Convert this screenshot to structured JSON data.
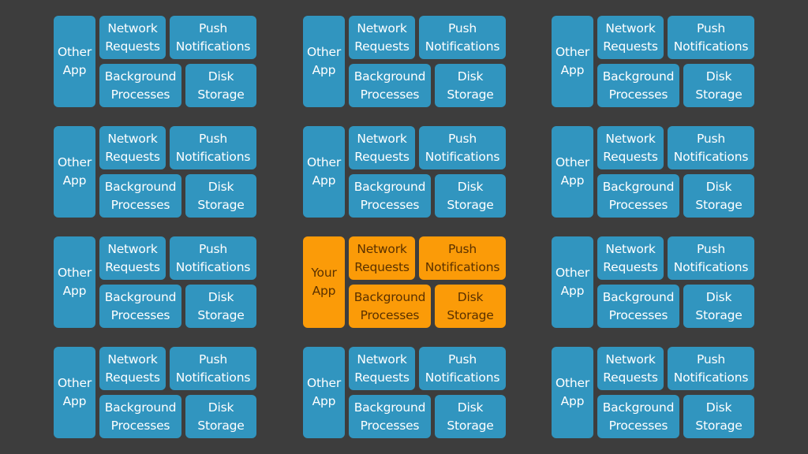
{
  "colors": {
    "background": "#3d3d3d",
    "other_app_blue": "#3195bf",
    "your_app_orange": "#fb9b08"
  },
  "tiles": [
    {
      "app": "Other\nApp",
      "network": "Network\nRequests",
      "push": "Push\nNotifications",
      "background": "Background\nProcesses",
      "disk": "Disk\nStorage",
      "highlight": false
    },
    {
      "app": "Other\nApp",
      "network": "Network\nRequests",
      "push": "Push\nNotifications",
      "background": "Background\nProcesses",
      "disk": "Disk\nStorage",
      "highlight": false
    },
    {
      "app": "Other\nApp",
      "network": "Network\nRequests",
      "push": "Push\nNotifications",
      "background": "Background\nProcesses",
      "disk": "Disk\nStorage",
      "highlight": false
    },
    {
      "app": "Other\nApp",
      "network": "Network\nRequests",
      "push": "Push\nNotifications",
      "background": "Background\nProcesses",
      "disk": "Disk\nStorage",
      "highlight": false
    },
    {
      "app": "Other\nApp",
      "network": "Network\nRequests",
      "push": "Push\nNotifications",
      "background": "Background\nProcesses",
      "disk": "Disk\nStorage",
      "highlight": false
    },
    {
      "app": "Other\nApp",
      "network": "Network\nRequests",
      "push": "Push\nNotifications",
      "background": "Background\nProcesses",
      "disk": "Disk\nStorage",
      "highlight": false
    },
    {
      "app": "Other\nApp",
      "network": "Network\nRequests",
      "push": "Push\nNotifications",
      "background": "Background\nProcesses",
      "disk": "Disk\nStorage",
      "highlight": false
    },
    {
      "app": "Your\nApp",
      "network": "Network\nRequests",
      "push": "Push\nNotifications",
      "background": "Background\nProcesses",
      "disk": "Disk\nStorage",
      "highlight": true
    },
    {
      "app": "Other\nApp",
      "network": "Network\nRequests",
      "push": "Push\nNotifications",
      "background": "Background\nProcesses",
      "disk": "Disk\nStorage",
      "highlight": false
    },
    {
      "app": "Other\nApp",
      "network": "Network\nRequests",
      "push": "Push\nNotifications",
      "background": "Background\nProcesses",
      "disk": "Disk\nStorage",
      "highlight": false
    },
    {
      "app": "Other\nApp",
      "network": "Network\nRequests",
      "push": "Push\nNotifications",
      "background": "Background\nProcesses",
      "disk": "Disk\nStorage",
      "highlight": false
    },
    {
      "app": "Other\nApp",
      "network": "Network\nRequests",
      "push": "Push\nNotifications",
      "background": "Background\nProcesses",
      "disk": "Disk\nStorage",
      "highlight": false
    }
  ]
}
